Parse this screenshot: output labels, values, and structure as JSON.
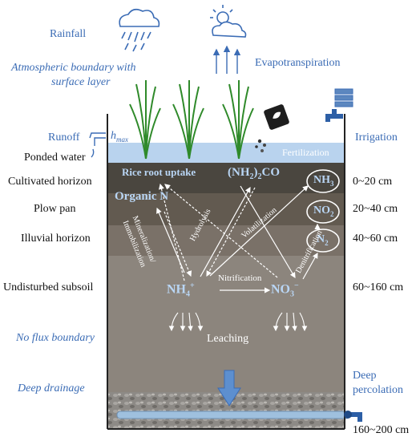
{
  "labels": {
    "rainfall": "Rainfall",
    "atmospheric_boundary_line1": "Atmospheric boundary with",
    "atmospheric_boundary_line2": "surface layer",
    "evapotranspiration": "Evapotranspiration",
    "runoff": "Runoff",
    "hmax_h": "h",
    "hmax_sub": "max",
    "irrigation": "Irrigation",
    "fertilization": "Fertilization",
    "no_flux_boundary": "No flux boundary",
    "deep_drainage": "Deep drainage",
    "deep_percolation_line1": "Deep",
    "deep_percolation_line2": "percolation"
  },
  "layers": [
    {
      "name": "Ponded water",
      "depth": ""
    },
    {
      "name": "Cultivated horizon",
      "depth": "0~20 cm"
    },
    {
      "name": "Plow pan",
      "depth": "20~40 cm"
    },
    {
      "name": "Illuvial horizon",
      "depth": "40~60 cm"
    },
    {
      "name": "Undisturbed subsoil",
      "depth": "60~160 cm"
    },
    {
      "name": "",
      "depth": "160~200 cm"
    }
  ],
  "processes": {
    "rice_root_uptake": "Rice root uptake",
    "urea": "(NH",
    "urea_sub": "2",
    "urea_tail": ")",
    "urea_sub2": "2",
    "urea_end": "CO",
    "organic_n": "Organic N",
    "nh3": "NH",
    "nh3_sub": "3",
    "no2": "NO",
    "no2_sub": "2",
    "n2": "N",
    "n2_sub": "2",
    "nh4": "NH",
    "nh4_sub": "4",
    "nh4_sup": "+",
    "no3": "NO",
    "no3_sub": "3",
    "no3_sup": "−",
    "hydrolysis": "Hydrolysis",
    "volatilization": "Volatilization",
    "mineralization": "Mineralization/",
    "immobilization": "Immobilization",
    "denitrification": "Denitrification",
    "nitrification": "Nitrification",
    "leaching": "Leaching"
  },
  "colors": {
    "label_blue": "#3b6cb5",
    "water": "#b9d3ee",
    "cultivated": "#4a463f",
    "plow": "#625a50",
    "illuvial": "#7a7168",
    "subsoil": "#8c857d",
    "gravel": "#8d8a86",
    "pipe": "#9fc0de",
    "arrow_blue": "#5d8fcf"
  }
}
